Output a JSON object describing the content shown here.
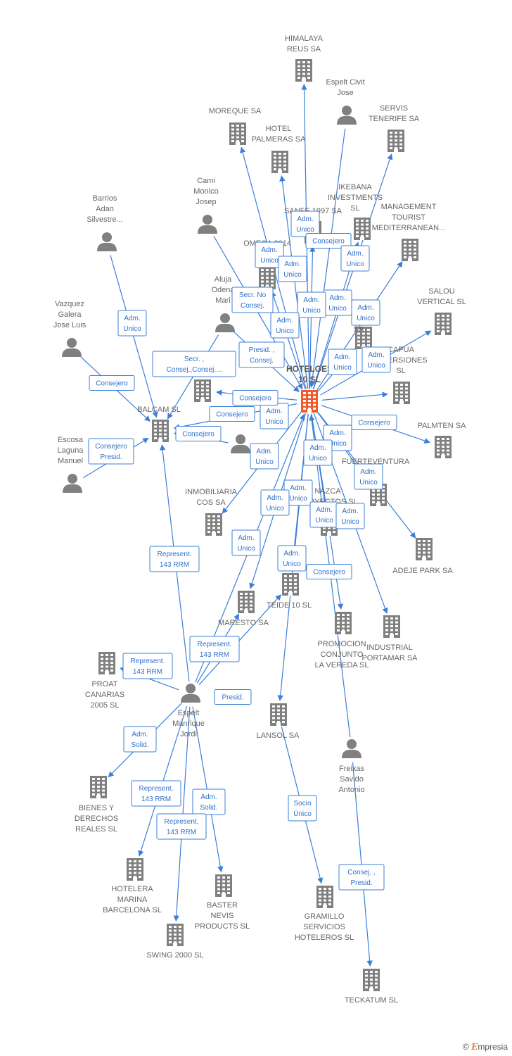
{
  "colors": {
    "edge": "#3b7fd9",
    "node": "#808080",
    "center": "#ef5a2a"
  },
  "branding": {
    "copyright": "©",
    "name": "mpresia",
    "initial": "E"
  },
  "nodes": [
    {
      "id": "center",
      "type": "company",
      "center": true,
      "label": [
        "HOTELGES",
        "10 SL"
      ]
    },
    {
      "id": "himalaya",
      "type": "company",
      "label": [
        "HIMALAYA",
        "REUS SA"
      ]
    },
    {
      "id": "espeltcivit",
      "type": "person",
      "label": [
        "Espelt Civit",
        "Jose"
      ]
    },
    {
      "id": "servis",
      "type": "company",
      "label": [
        "SERVIS",
        "TENERIFE SA"
      ]
    },
    {
      "id": "moreque",
      "type": "company",
      "label": [
        "MOREQUE SA"
      ]
    },
    {
      "id": "hotelpalmeras",
      "type": "company",
      "label": [
        "HOTEL",
        "PALMERAS SA"
      ]
    },
    {
      "id": "cami",
      "type": "person",
      "label": [
        "Cami",
        "Monico",
        "Josep"
      ]
    },
    {
      "id": "ikebana",
      "type": "company",
      "label": [
        "IKEBANA",
        "INVESTMENTS",
        "SL"
      ]
    },
    {
      "id": "management",
      "type": "company",
      "label": [
        "MANAGEMENT",
        "TOURIST",
        "MEDITERRANEAN..."
      ]
    },
    {
      "id": "sanfe",
      "type": "company",
      "label": [
        "SANFE 1997 SA"
      ]
    },
    {
      "id": "barrios",
      "type": "person",
      "label": [
        "Barrios",
        "Adan",
        "Silvestre..."
      ]
    },
    {
      "id": "omega",
      "type": "company",
      "label": [
        "OMEGA 2014"
      ]
    },
    {
      "id": "aluja",
      "type": "person",
      "label": [
        "Aluja",
        "Odena",
        "Mari"
      ]
    },
    {
      "id": "salou",
      "type": "company",
      "label": [
        "SALOU",
        "VERTICAL SL"
      ]
    },
    {
      "id": "cal",
      "type": "company",
      "label": [
        "CAL",
        "SA"
      ]
    },
    {
      "id": "vazquez",
      "type": "person",
      "label": [
        "Vazquez",
        "Galera",
        "Jose Luis"
      ]
    },
    {
      "id": "capua",
      "type": "company",
      "label": [
        "CAPUA",
        "INVERSIONES",
        "SL"
      ]
    },
    {
      "id": "company_sa",
      "type": "company",
      "label": [
        "SA"
      ]
    },
    {
      "id": "balcam",
      "type": "company",
      "label": [
        "BALCAM SL"
      ]
    },
    {
      "id": "palmten",
      "type": "company",
      "label": [
        "PALMTEN SA"
      ]
    },
    {
      "id": "escosa",
      "type": "person",
      "label": [
        "Escosa",
        "Laguna",
        "Manuel"
      ]
    },
    {
      "id": "person_mid",
      "type": "person",
      "label": []
    },
    {
      "id": "fuerteventura",
      "type": "company",
      "label": [
        "FUERTEVENTURA"
      ]
    },
    {
      "id": "inmobiliaria",
      "type": "company",
      "label": [
        "INMOBILIARIA",
        "COS SA"
      ]
    },
    {
      "id": "nazca",
      "type": "company",
      "label": [
        "NAZCA",
        "PROYECTOS SL"
      ]
    },
    {
      "id": "adeje",
      "type": "company",
      "label": [
        "ADEJE PARK SA"
      ]
    },
    {
      "id": "teide",
      "type": "company",
      "label": [
        "TEIDE 10 SL"
      ]
    },
    {
      "id": "maresto",
      "type": "company",
      "label": [
        "MARESTO SA"
      ]
    },
    {
      "id": "promocion",
      "type": "company",
      "label": [
        "PROMOCION",
        "CONJUNTO",
        "LA VEREDA SL"
      ]
    },
    {
      "id": "industrial",
      "type": "company",
      "label": [
        "INDUSTRIAL",
        "PORTAMAR SA"
      ]
    },
    {
      "id": "proat",
      "type": "company",
      "label": [
        "PROAT",
        "CANARIAS",
        "2005 SL"
      ]
    },
    {
      "id": "espelt",
      "type": "person",
      "label": [
        "Espelt",
        "Manrique",
        "Jordi"
      ]
    },
    {
      "id": "lansol",
      "type": "company",
      "label": [
        "LANSOL SA"
      ]
    },
    {
      "id": "freixas",
      "type": "person",
      "label": [
        "Freixas",
        "Savido",
        "Antonio"
      ]
    },
    {
      "id": "bienes",
      "type": "company",
      "label": [
        "BIENES Y",
        "DERECHOS",
        "REALES SL"
      ]
    },
    {
      "id": "hotelera",
      "type": "company",
      "label": [
        "HOTELERA",
        "MARINA",
        "BARCELONA SL"
      ]
    },
    {
      "id": "baster",
      "type": "company",
      "label": [
        "BASTER",
        "NEVIS",
        "PRODUCTS SL"
      ]
    },
    {
      "id": "gramillo",
      "type": "company",
      "label": [
        "GRAMILLO",
        "SERVICIOS",
        "HOTELEROS SL"
      ]
    },
    {
      "id": "swing",
      "type": "company",
      "label": [
        "SWING 2000 SL"
      ]
    },
    {
      "id": "teckatum",
      "type": "company",
      "label": [
        "TECKATUM SL"
      ]
    }
  ],
  "edges": [
    {
      "from": "center",
      "to": "himalaya",
      "label": [
        "Adm.",
        "Unico"
      ]
    },
    {
      "from": "espeltcivit",
      "to": "center",
      "label": [
        "Consejero"
      ]
    },
    {
      "from": "center",
      "to": "servis",
      "label": [
        "Adm.",
        "Unico"
      ]
    },
    {
      "from": "center",
      "to": "moreque",
      "label": [
        "Adm.",
        "Unico"
      ]
    },
    {
      "from": "center",
      "to": "hotelpalmeras",
      "label": [
        "Adm.",
        "Unico"
      ]
    },
    {
      "from": "cami",
      "to": "center",
      "label": [
        "Secr. No",
        "Consej."
      ]
    },
    {
      "from": "center",
      "to": "ikebana",
      "label": [
        "Adm.",
        "Unico"
      ]
    },
    {
      "from": "center",
      "to": "management",
      "label": [
        "Adm.",
        "Unico"
      ]
    },
    {
      "from": "center",
      "to": "sanfe",
      "label": [
        "Adm.",
        "Unico"
      ]
    },
    {
      "from": "center",
      "to": "omega",
      "label": [
        "Adm.",
        "Unico"
      ]
    },
    {
      "from": "aluja",
      "to": "center",
      "label": [
        "Presid. ,",
        "Consej."
      ]
    },
    {
      "from": "center",
      "to": "salou",
      "label": [
        "Adm.",
        "Unico"
      ]
    },
    {
      "from": "center",
      "to": "cal",
      "label": [
        "Adm.",
        "Unico"
      ]
    },
    {
      "from": "center",
      "to": "capua",
      "label": [
        "Adm.",
        "Unico"
      ]
    },
    {
      "from": "barrios",
      "to": "balcam",
      "label": [
        "Consejero"
      ]
    },
    {
      "from": "vazquez",
      "to": "balcam",
      "label": [
        "Secr. ,",
        "Consej.,Consej...."
      ]
    },
    {
      "from": "aluja",
      "to": "balcam",
      "label": [
        "Consejero"
      ]
    },
    {
      "from": "center",
      "to": "company_sa",
      "label": [
        "Adm.",
        "Unico"
      ]
    },
    {
      "from": "person_mid",
      "to": "balcam",
      "label": [
        "Consejero",
        "Presid."
      ]
    },
    {
      "from": "center",
      "to": "balcam",
      "label": [
        "Consejero"
      ]
    },
    {
      "from": "escosa",
      "to": "balcam",
      "label": [
        "Consejero"
      ]
    },
    {
      "from": "center",
      "to": "palmten",
      "label": [
        "Adm.",
        "Unico"
      ]
    },
    {
      "from": "center",
      "to": "fuerteventura",
      "label": [
        "Adm.",
        "Unico"
      ]
    },
    {
      "from": "center",
      "to": "inmobiliaria",
      "label": [
        "Adm.",
        "Unico"
      ]
    },
    {
      "from": "center",
      "to": "nazca",
      "label": [
        "Adm.",
        "Unico"
      ]
    },
    {
      "from": "center",
      "to": "adeje",
      "label": [
        "Adm.",
        "Unico"
      ]
    },
    {
      "from": "center",
      "to": "teide",
      "label": [
        "Adm.",
        "Unico"
      ]
    },
    {
      "from": "center",
      "to": "maresto",
      "label": [
        "Adm.",
        "Unico"
      ]
    },
    {
      "from": "center",
      "to": "promocion",
      "label": [
        "Adm.",
        "Unico"
      ]
    },
    {
      "from": "center",
      "to": "industrial",
      "label": [
        "Adm.",
        "Unico"
      ]
    },
    {
      "from": "center",
      "to": "lansol",
      "label": [
        "Adm.",
        "Unico"
      ]
    },
    {
      "from": "espelt",
      "to": "center",
      "label": [
        "Consejero"
      ]
    },
    {
      "from": "freixas",
      "to": "center",
      "label": [
        "Consejero"
      ]
    },
    {
      "from": "espelt",
      "to": "balcam",
      "label": [
        "Represent.",
        "143 RRM"
      ]
    },
    {
      "from": "espelt",
      "to": "maresto",
      "label": [
        "Represent.",
        "143 RRM"
      ]
    },
    {
      "from": "espelt",
      "to": "proat",
      "label": [
        "Presid."
      ]
    },
    {
      "from": "espelt",
      "to": "teide",
      "label": [
        "Represent.",
        "143 RRM"
      ]
    },
    {
      "from": "espelt",
      "to": "bienes",
      "label": [
        "Adm.",
        "Solid."
      ]
    },
    {
      "from": "espelt",
      "to": "hotelera",
      "label": [
        "Represent.",
        "143 RRM"
      ]
    },
    {
      "from": "espelt",
      "to": "baster",
      "label": [
        "Adm.",
        "Solid."
      ]
    },
    {
      "from": "espelt",
      "to": "swing",
      "label": [
        "Represent.",
        "143 RRM"
      ]
    },
    {
      "from": "lansol",
      "to": "gramillo",
      "label": [
        "Socio",
        "Único"
      ]
    },
    {
      "from": "freixas",
      "to": "teckatum",
      "label": [
        "Consej. ,",
        "Presid."
      ]
    }
  ]
}
